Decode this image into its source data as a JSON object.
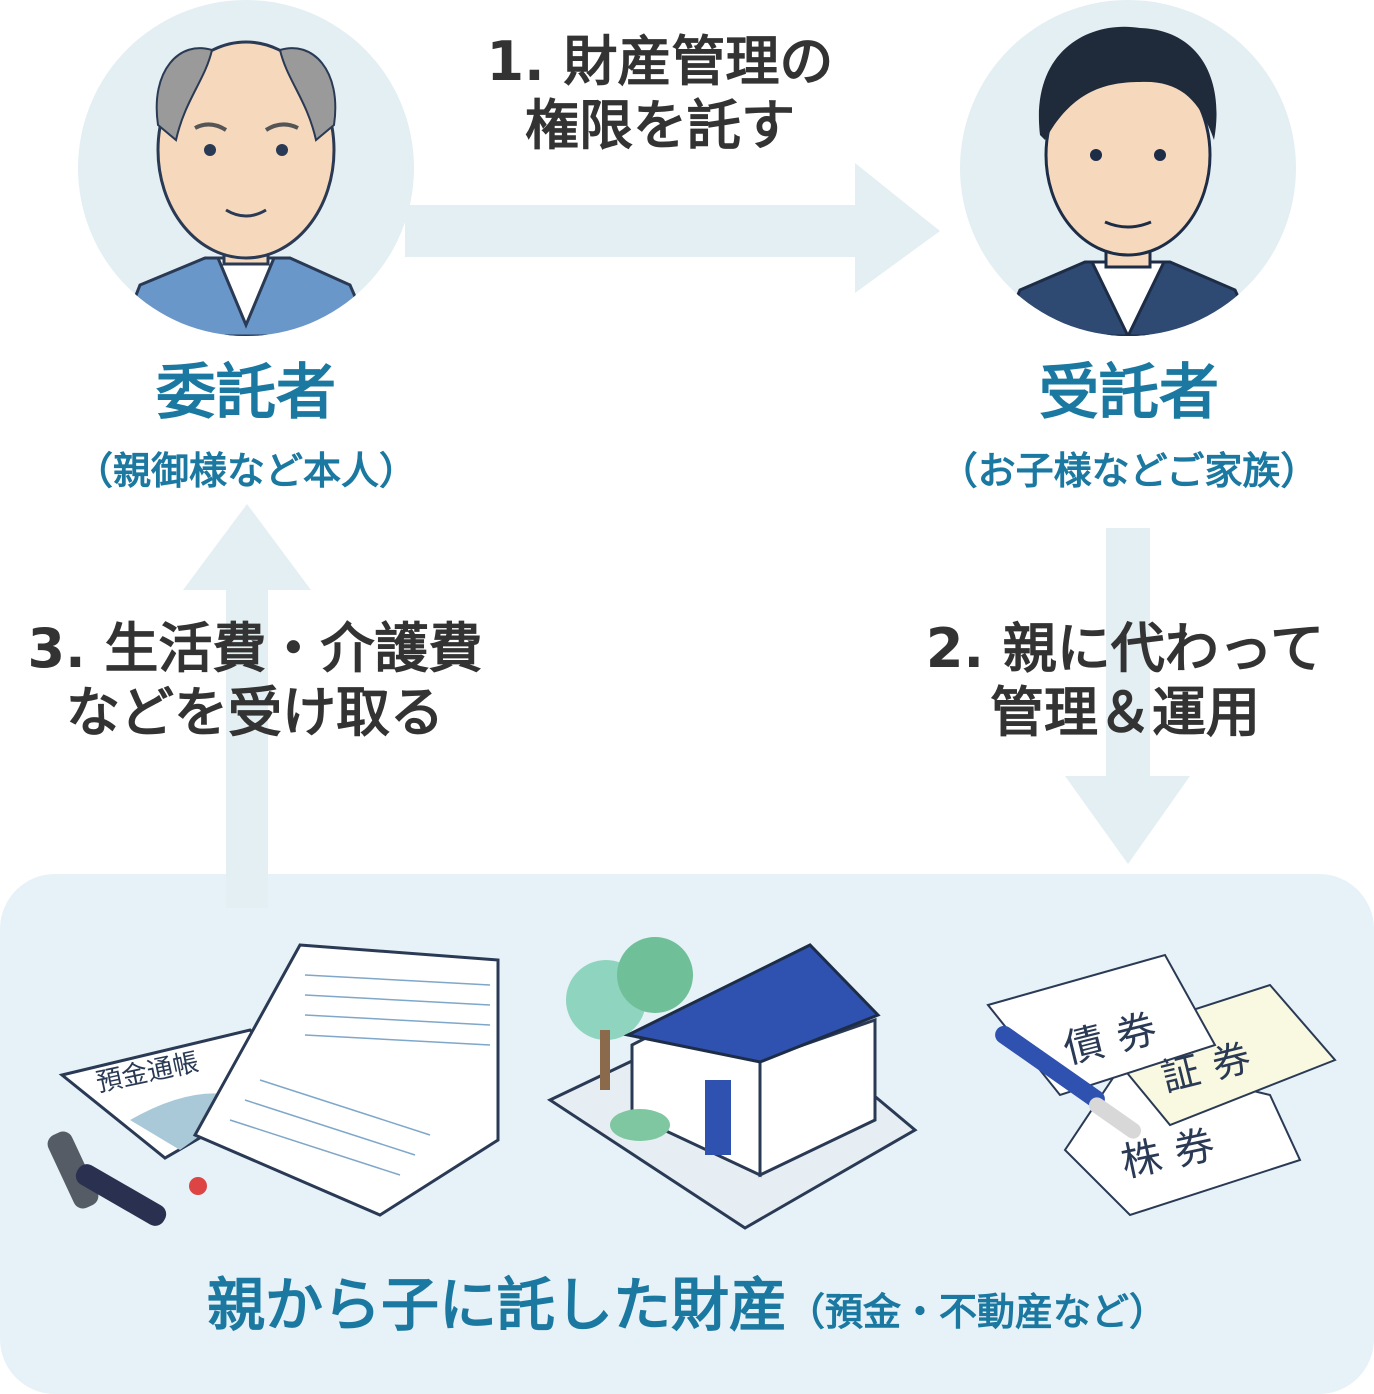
{
  "colors": {
    "arrow": "#e3eff3",
    "circle": "#e3eff3",
    "panel": "#e6f2f7",
    "accent_text": "#1b78a0",
    "step_text": "#333333"
  },
  "settlor": {
    "title": "委託者",
    "subtitle": "（親御様など本人）"
  },
  "trustee": {
    "title": "受託者",
    "subtitle": "（お子様などご家族）"
  },
  "steps": {
    "step1": {
      "line1": "1. 財産管理の",
      "line2": "権限を託す"
    },
    "step2": {
      "line1": "2. 親に代わって",
      "line2": "管理＆運用"
    },
    "step3": {
      "line1": "3. 生活費・介護費",
      "line2": "などを受け取る"
    }
  },
  "assets": {
    "passbook_label": "預金通帳",
    "bond_label": "債券",
    "securities_label": "証券",
    "stock_label": "株券"
  },
  "footer": {
    "main": "親から子に託した財産",
    "note": "（預金・不動産など）"
  }
}
